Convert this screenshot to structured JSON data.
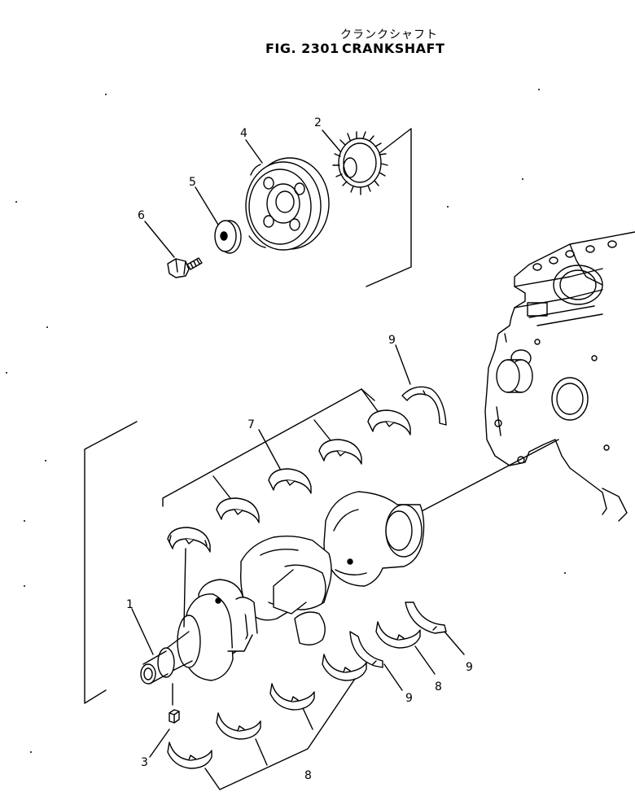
{
  "header": {
    "japanese_title": "クランクシャフト",
    "figure_number": "FIG. 2301",
    "figure_name": "CRANKSHAFT"
  },
  "callouts": {
    "crankshaft": "1",
    "gear": "2",
    "pin": "3",
    "pulley": "4",
    "washer": "5",
    "bolt": "6",
    "upper_bearing": "7",
    "lower_bearing_left": "8",
    "lower_bearing_right": "8",
    "thrust_washer_top": "9",
    "thrust_washer_mid": "9",
    "thrust_washer_right": "9"
  }
}
